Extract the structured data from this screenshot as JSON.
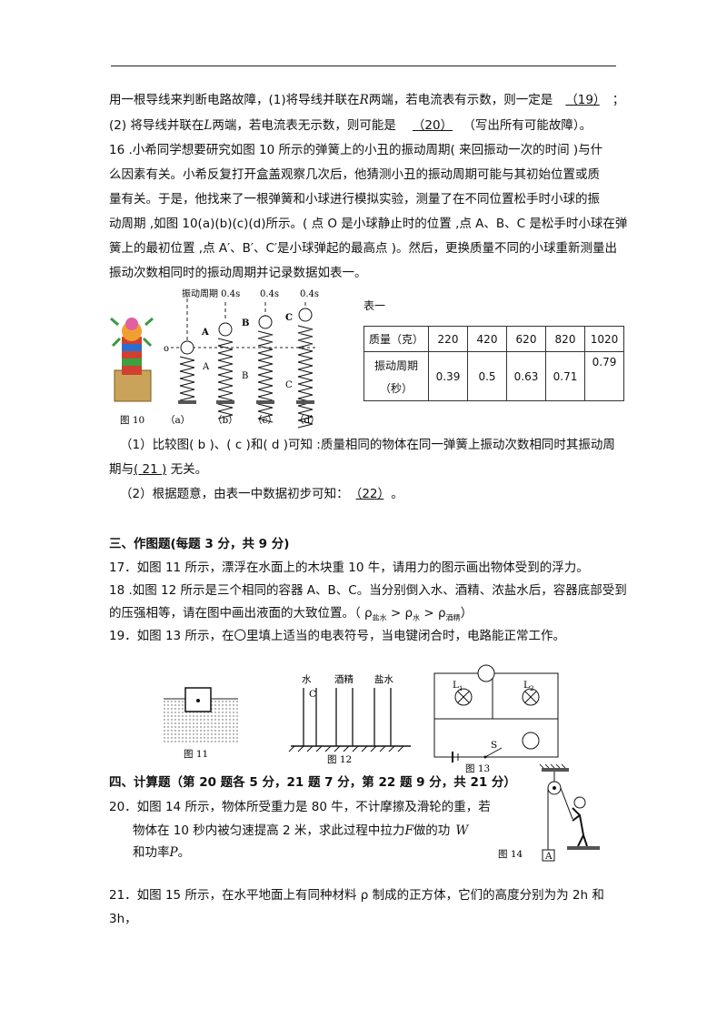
{
  "lines": {
    "l1": "用一根导线来判断电路故障，(1)将导线并联在",
    "l1_R": "R",
    "l1b": "两端，若电流表有示数，则一定是",
    "l1_blank": "（19）",
    "l1_end": "；",
    "l2a": "(2) 将导线并联在",
    "l2_L": "L",
    "l2b": "两端，若电流表无示数，则可能是",
    "l2_blank": "（20）",
    "l2_end": "（写出所有可能故障）。",
    "q16_1": "16 .小希同学想要研究如图 10 所示的弹簧上的小丑的振动周期( 来回振动一次的时间 )与什",
    "q16_2": "么因素有关。小希反复打开盒盖观察几次后，他猜测小丑的振动周期可能与其初始位置或质",
    "q16_3": "量有关。于是，他找来了一根弹簧和小球进行模拟实验，测量了在不同位置松手时小球的振",
    "q16_4": "动周期 ,如图 10(a)(b)(c)(d)所示。( 点 O 是小球静止时的位置 ,点 A、B、C 是松手时小球在弹",
    "q16_5": "簧上的最初位置 ,点 A′、B′、C′是小球弹起的最高点 )。然后，更换质量不同的小球重新测量出",
    "q16_6": "振动次数相同时的振动周期并记录数据如表一。",
    "q16_a1": "（1）比较图( b )、( c )和( d )可知 :质量相同的物体在同一弹簧上振动次数相同时其振动周",
    "q16_a2a": "期与",
    "q16_a2_blank": "( 21 )",
    "q16_a2b": " 无关。",
    "q16_b1a": "（2）根据题意，由表一中数据初步可知：",
    "q16_b1_blank": "（22）",
    "q16_b1b": "。",
    "sec3": "三、作图题(每题 3 分，共 9 分)",
    "q17": "17．如图 11 所示，漂浮在水面上的木块重 10 牛，请用力的图示画出物体受到的浮力。",
    "q18_1": "18 .如图 12 所示是三个相同的容器 A、B、C。当分别倒入水、酒精、浓盐水后，容器底部受到",
    "q18_2a": "的压强相等，请在图中画出液面的大致位置。（ ρ",
    "q18_sub1": "盐水",
    "q18_gt1": " > ρ",
    "q18_sub2": "水",
    "q18_gt2": " > ρ",
    "q18_sub3": "酒精",
    "q18_2b": "）",
    "q19": "19．如图 13 所示，在〇里填上适当的电表符号，当电键闭合时，电路能正常工作。",
    "sec4": "四、计算题（第 20 题各 5 分，21 题 7 分，第 22 题 9 分，共 21 分）",
    "q20_1": "20．如图 14 所示，物体所受重力是 80 牛，不计摩擦及滑轮的重，若",
    "q20_2a": "物体在 10 秒内被匀速提高 2 米，求此过程中拉力",
    "q20_F": "F",
    "q20_2b": "做的功",
    "q20_W": "W",
    "q20_3a": "和功率",
    "q20_P": "P",
    "q20_3b": "。",
    "q21_1": "21．如图 15 所示，在水平地面上有同种材料 ρ 制成的正方体，它们的高度分别为为 2h 和",
    "q21_2": "3h，"
  },
  "fig10": {
    "caption": "图 10",
    "period_label": "振动周期 0.4s",
    "period_c": "0.4s",
    "period_d": "0.4s",
    "sub_a": "（a）",
    "sub_b": "（b）",
    "sub_c": "（c）",
    "sub_d": "（d）",
    "label_A": "A",
    "label_B": "B",
    "label_C": "C",
    "label_Ap": "A",
    "label_Bp": "B",
    "label_Cp": "C",
    "label_o": "o"
  },
  "table1": {
    "caption": "表一",
    "row1_label": "质量（克）",
    "masses": [
      "220",
      "420",
      "620",
      "820",
      "1020"
    ],
    "row2_label_1": "振动周期",
    "row2_label_2": "（秒）",
    "periods": [
      "0.39",
      "0.5",
      "0.63",
      "0.71",
      "0.79"
    ]
  },
  "fig11": {
    "caption": "图 11"
  },
  "fig12": {
    "caption": "图 12",
    "water": "水",
    "alcohol": "酒精",
    "brine": "盐水",
    "c": "C"
  },
  "fig13": {
    "caption": "图 13",
    "L1": "L",
    "L1_sub": "1",
    "L2": "L",
    "L2_sub": "2",
    "S": "S"
  },
  "fig14": {
    "caption": "图 14",
    "A": "A"
  }
}
